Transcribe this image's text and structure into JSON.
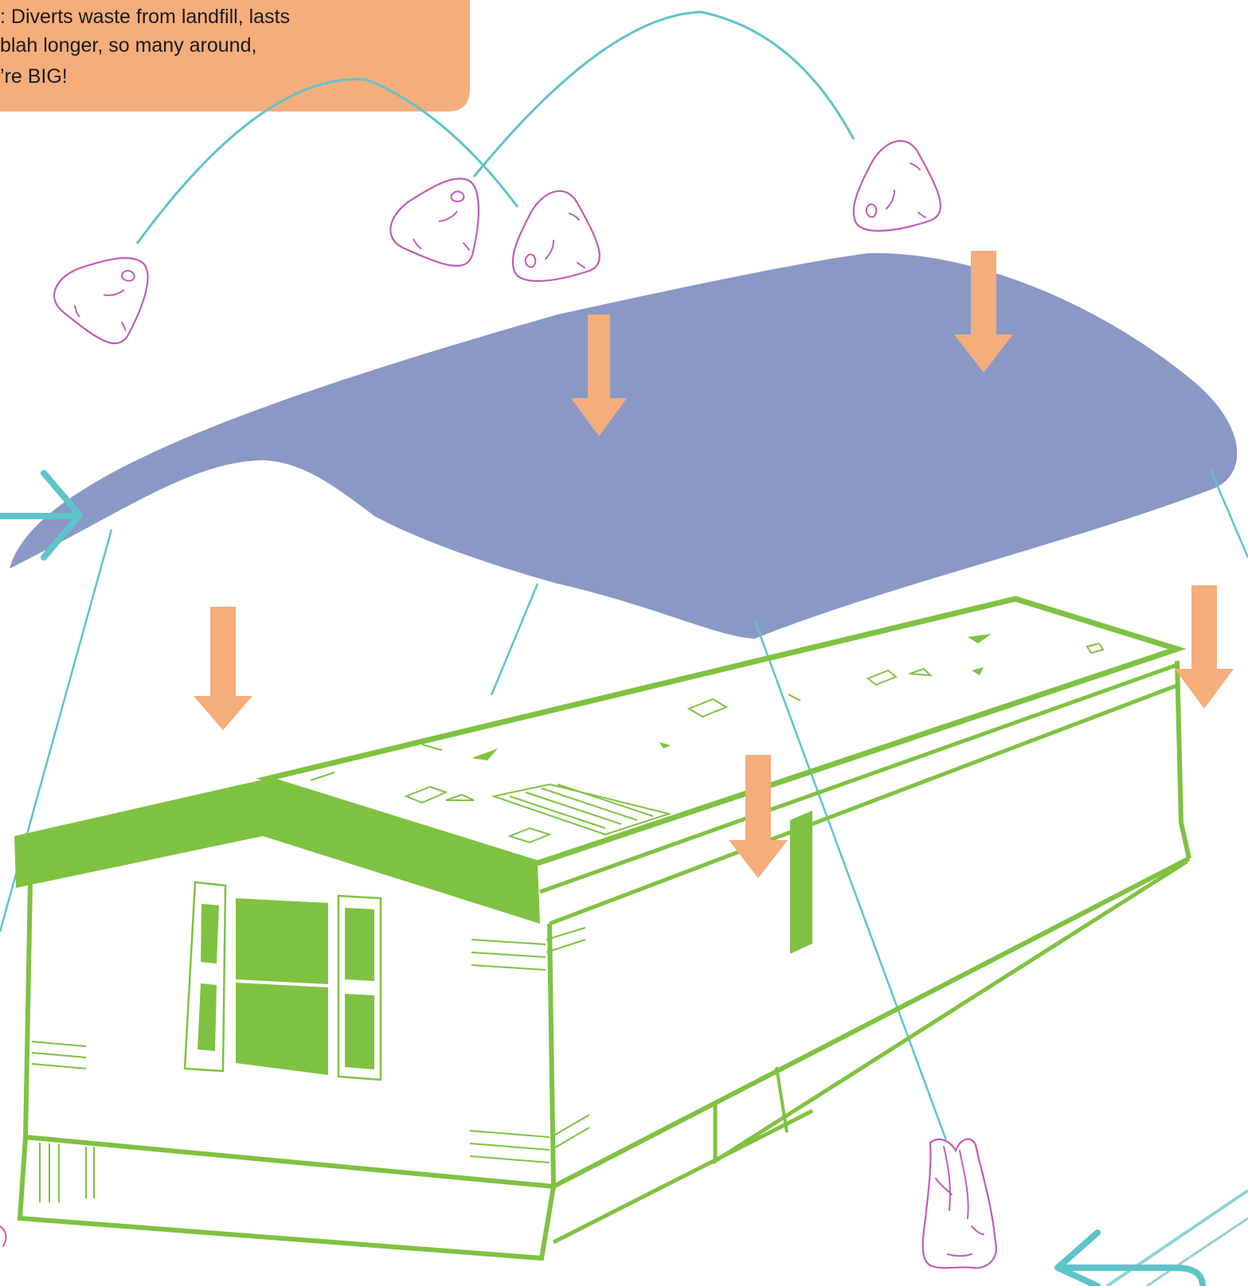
{
  "callout": {
    "lines": [
      ": Diverts waste from landfill, lasts",
      " blah longer, so many around,",
      "’re BIG!"
    ]
  },
  "colors": {
    "callout_bg": "#f5ad7b",
    "blanket": "#8a98c6",
    "trailer": "#7fc241",
    "trajectory": "#5ec4c9",
    "waste_items": "#c35bb8",
    "down_arrows": "#f5ad7b"
  },
  "icons": {
    "waste_bag_count": 4,
    "down_arrow_count": 5,
    "trash_bag": "trash-bag-icon",
    "flow_arrows": [
      "right-arrow-icon",
      "left-arrow-icon"
    ]
  }
}
